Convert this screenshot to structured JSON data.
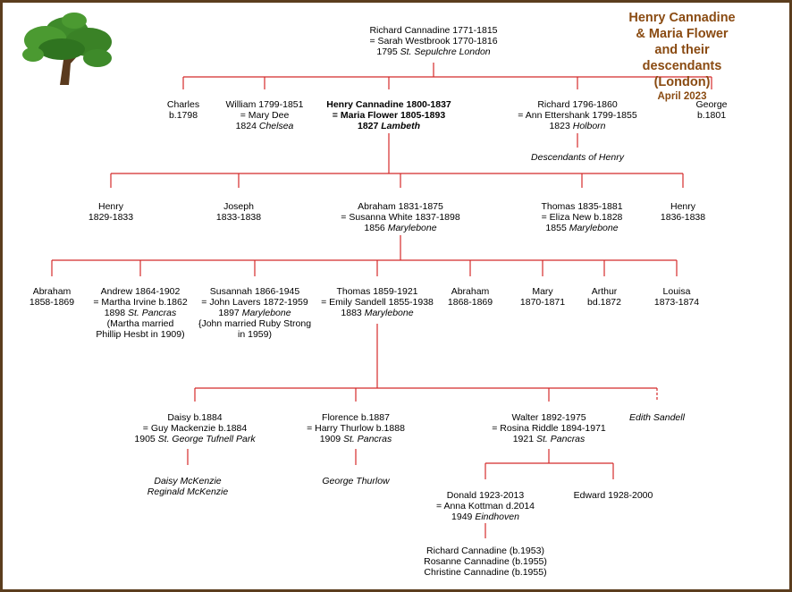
{
  "title": {
    "line1": "Henry Cannadine & Maria Flower",
    "line2": "and their descendants (London)",
    "date": "April 2023"
  },
  "colors": {
    "border": "#5b3d1e",
    "lines": "#d42a2a",
    "title": "#8a4b12",
    "tree_leaf": "#3e8a2a",
    "tree_trunk": "#5a3a1e"
  },
  "icons": {
    "tree": "tree-icon"
  },
  "gen0": {
    "richard": {
      "l1": "Richard Cannadine 1771-1815",
      "l2": "= Sarah Westbrook 1770-1816",
      "l3a": "1795 ",
      "l3b": "St. Sepulchre London"
    }
  },
  "gen1": {
    "charles": {
      "l1": "Charles",
      "l2": "b.1798"
    },
    "william": {
      "l1": "William 1799-1851",
      "l2": "= Mary Dee",
      "l3a": "1824 ",
      "l3b": "Chelsea"
    },
    "henry": {
      "l1": "Henry Cannadine 1800-1837",
      "l2": "= Maria Flower 1805-1893",
      "l3a": "1827 ",
      "l3b": "Lambeth"
    },
    "richard": {
      "l1": "Richard 1796-1860",
      "l2": "= Ann Ettershank 1799-1855",
      "l3a": "1823 ",
      "l3b": "Holborn"
    },
    "george": {
      "l1": "George",
      "l2": "b.1801"
    },
    "richard_desc": "Descendants of Henry"
  },
  "gen2": {
    "henry1": {
      "l1": "Henry",
      "l2": "1829-1833"
    },
    "joseph": {
      "l1": "Joseph",
      "l2": "1833-1838"
    },
    "abraham": {
      "l1": "Abraham 1831-1875",
      "l2": "= Susanna White 1837-1898",
      "l3a": "1856 ",
      "l3b": "Marylebone"
    },
    "thomas": {
      "l1": "Thomas 1835-1881",
      "l2": "= Eliza New b.1828",
      "l3a": "1855 ",
      "l3b": "Marylebone"
    },
    "henry2": {
      "l1": "Henry",
      "l2": "1836-1838"
    }
  },
  "gen3": {
    "abraham1": {
      "l1": "Abraham",
      "l2": "1858-1869"
    },
    "andrew": {
      "l1": "Andrew 1864-1902",
      "l2": "= Martha Irvine b.1862",
      "l3a": "1898 ",
      "l3b": "St. Pancras",
      "l4": "(Martha married",
      "l5": "Phillip Hesbt in 1909)"
    },
    "susannah": {
      "l1": "Susannah 1866-1945",
      "l2": "= John Lavers 1872-1959",
      "l3a": "1897 ",
      "l3b": "Marylebone",
      "l4": "{John married Ruby Strong",
      "l5": "in 1959)"
    },
    "thomas": {
      "l1": "Thomas 1859-1921",
      "l2": "= Emily Sandell 1855-1938",
      "l3a": "1883 ",
      "l3b": "Marylebone"
    },
    "abraham2": {
      "l1": "Abraham",
      "l2": "1868-1869"
    },
    "mary": {
      "l1": "Mary",
      "l2": "1870-1871"
    },
    "arthur": {
      "l1": "Arthur",
      "l2": "bd.1872"
    },
    "louisa": {
      "l1": "Louisa",
      "l2": "1873-1874"
    }
  },
  "gen4": {
    "daisy": {
      "l1": "Daisy b.1884",
      "l2": "= Guy Mackenzie b.1884",
      "l3a": "1905 ",
      "l3b": "St. George Tufnell Park"
    },
    "florence": {
      "l1": "Florence b.1887",
      "l2": "= Harry Thurlow b.1888",
      "l3a": "1909 ",
      "l3b": "St. Pancras"
    },
    "walter": {
      "l1": "Walter 1892-1975",
      "l2": "= Rosina Riddle 1894-1971",
      "l3a": "1921 ",
      "l3b": "St. Pancras"
    },
    "edith": "Edith Sandell",
    "daisy_children": [
      "Daisy McKenzie",
      "Reginald McKenzie"
    ],
    "florence_children": [
      "George Thurlow"
    ]
  },
  "gen5": {
    "donald": {
      "l1": "Donald 1923-2013",
      "l2": "= Anna Kottman d.2014",
      "l3a": "1949 ",
      "l3b": "Eindhoven"
    },
    "edward": {
      "l1": "Edward 1928-2000"
    }
  },
  "gen6": {
    "children": [
      "Richard Cannadine (b.1953)",
      "Rosanne Cannadine (b.1955)",
      "Christine Cannadine (b.1955)"
    ]
  }
}
